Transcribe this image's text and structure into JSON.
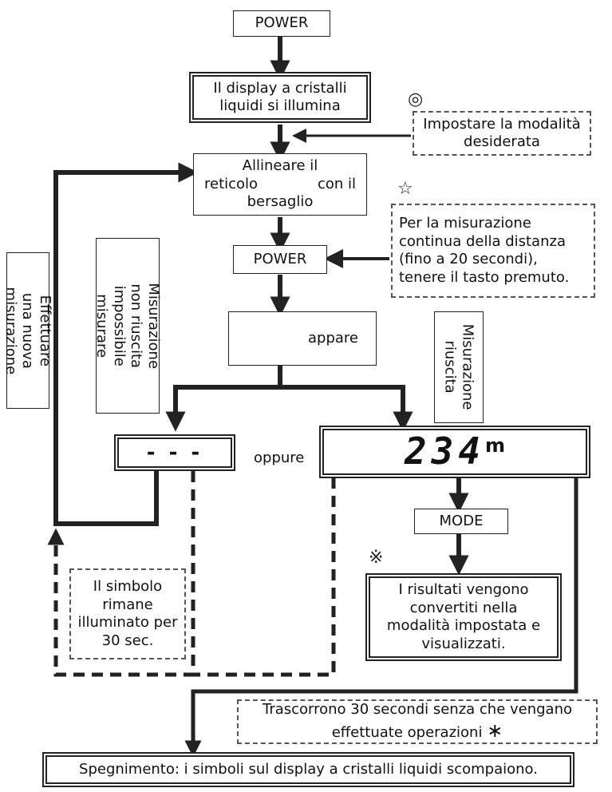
{
  "nodes": {
    "power1": "POWER",
    "display_on": "Il display a cristalli liquidi si illumina",
    "set_mode": "Impostare la modalità desiderata",
    "align_a": "Allineare il",
    "align_b": "reticolo",
    "align_c": "con il",
    "align_d": "bersaglio",
    "continuous": "Per la misurazione continua della distanza (fino a 20 secondi), tenere il tasto premuto.",
    "power2": "POWER",
    "appears": "appare",
    "new_measure": "Effettuare una nuova misurazione",
    "fail": "Misurazione non riuscita impossibile misurare",
    "success": "Misurazione riuscita",
    "dashes": "- - -",
    "or": "oppure",
    "reading_value": "234",
    "reading_unit": "m",
    "mode": "MODE",
    "converted": "I risultati vengono convertiti nella modalità impostata e visualizzati.",
    "symbol_lit": "Il simbolo rimane illuminato per 30 sec.",
    "timeout": "Trascorrono 30 secondi senza che vengano effettuate operazioni",
    "shutdown": "Spegnimento: i simboli sul display a cristalli liquidi scompaiono."
  },
  "symbols": {
    "circle": "◎",
    "star": "☆",
    "reference": "※",
    "asterisk": "∗"
  }
}
